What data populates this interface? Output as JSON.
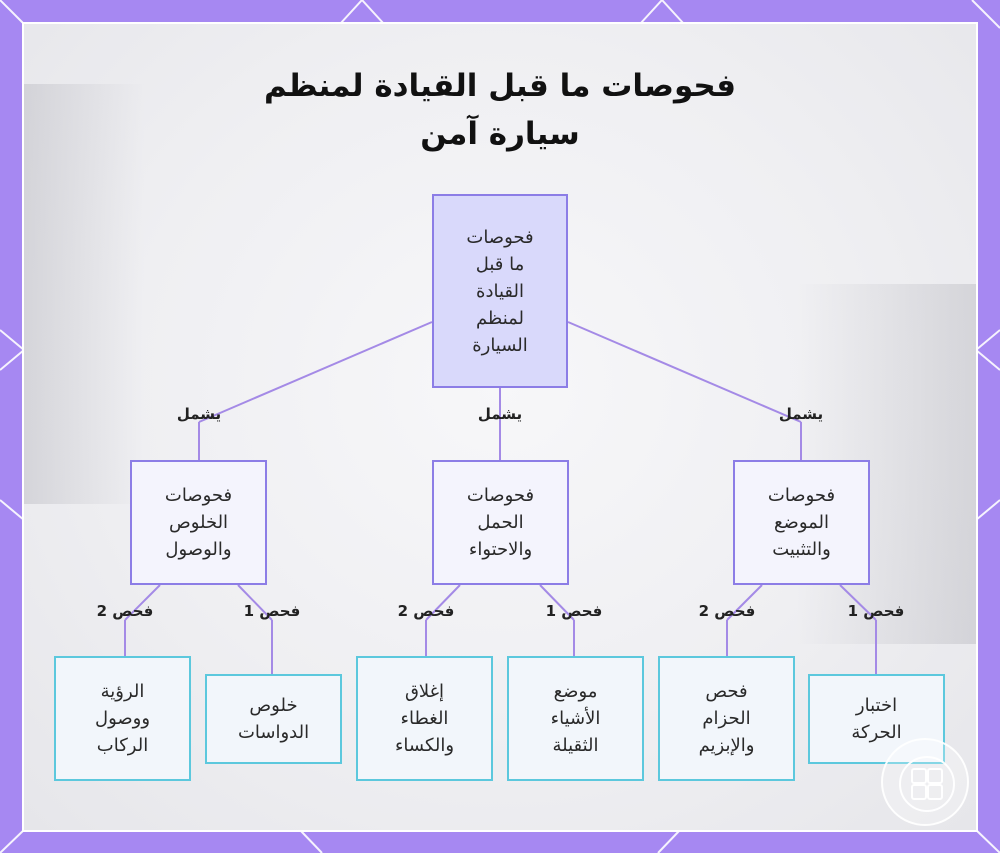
{
  "title": {
    "line1": "فحوصات ما قبل القيادة لمنظم",
    "line2": "سيارة آمن"
  },
  "root": {
    "lines": [
      "فحوصات",
      "ما قبل",
      "القيادة",
      "لمنظم",
      "السيارة"
    ]
  },
  "edge_labels": {
    "includes": "يشمل",
    "check1": "فحص 1",
    "check2": "فحص 2"
  },
  "categories": [
    {
      "lines": [
        "فحوصات",
        "الخلوص",
        "والوصول"
      ]
    },
    {
      "lines": [
        "فحوصات",
        "الحمل",
        "والاحتواء"
      ]
    },
    {
      "lines": [
        "فحوصات",
        "الموضع",
        "والتثبيت"
      ]
    }
  ],
  "leaves": [
    {
      "lines": [
        "الرؤية",
        "ووصول",
        "الركاب"
      ]
    },
    {
      "lines": [
        "خلوص",
        "الدواسات"
      ]
    },
    {
      "lines": [
        "إغلاق",
        "الغطاء",
        "والكساء"
      ]
    },
    {
      "lines": [
        "موضع",
        "الأشياء",
        "الثقيلة"
      ]
    },
    {
      "lines": [
        "فحص",
        "الحزام",
        "والإبزيم"
      ]
    },
    {
      "lines": [
        "اختبار",
        "الحركة"
      ]
    }
  ],
  "colors": {
    "border_purple": "#a688f2",
    "root_fill": "#d9d9fb",
    "node_border": "#8c7de6",
    "leaf_border": "#5cc8dd",
    "connector": "#a48ae6"
  },
  "logo_icon": "grid-app-icon"
}
